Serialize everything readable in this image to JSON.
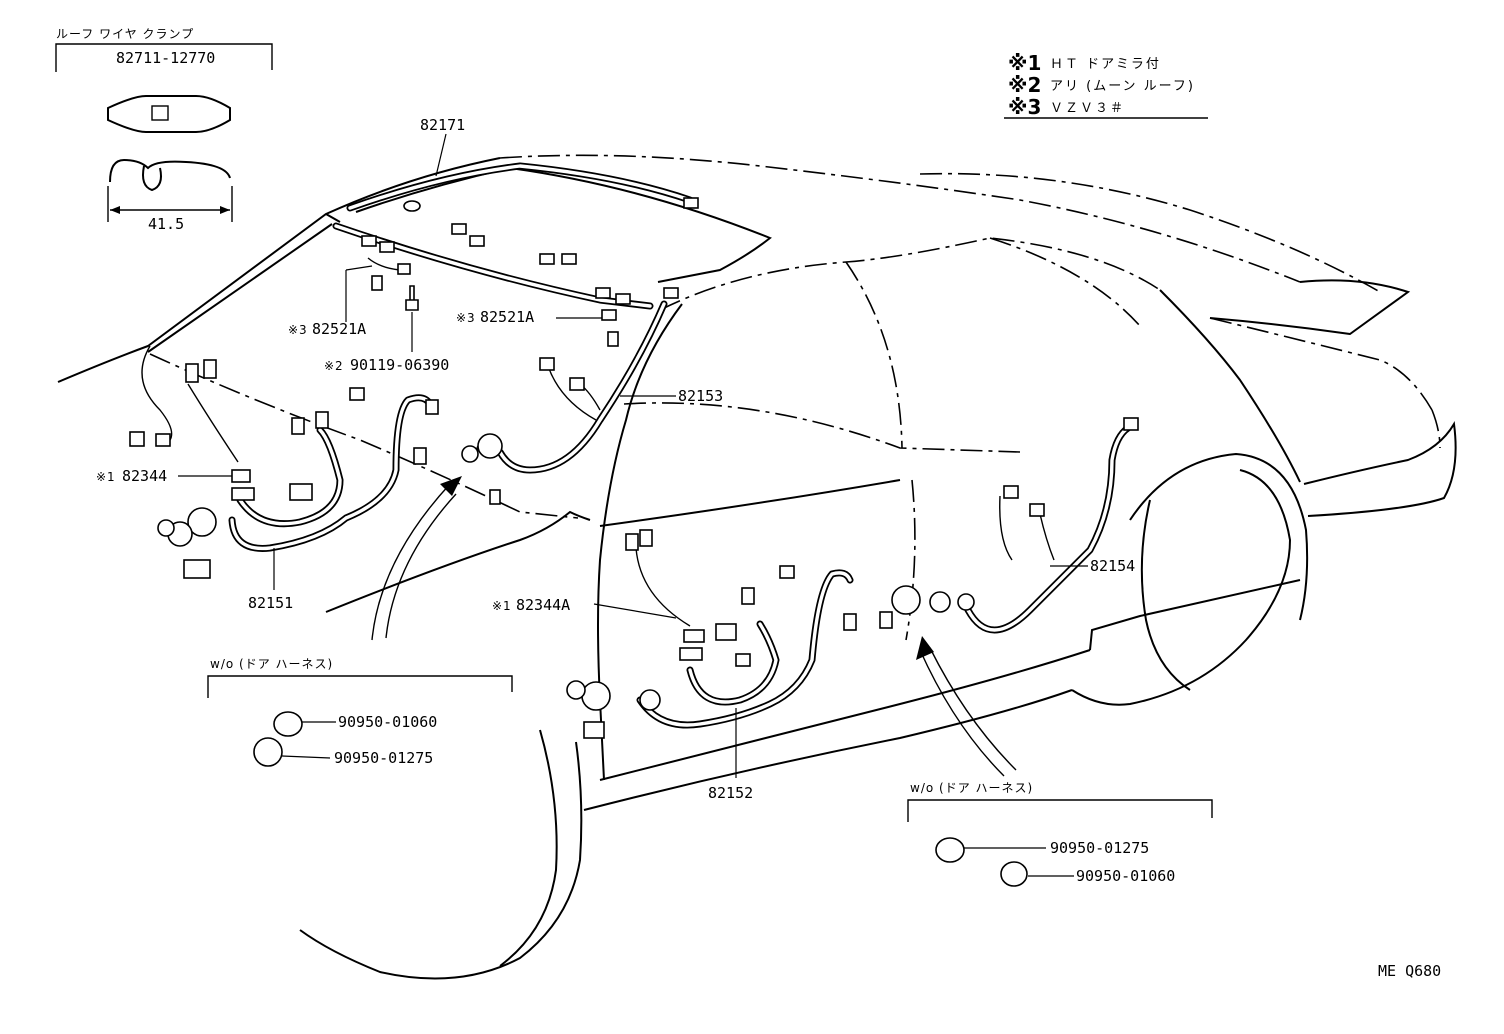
{
  "clamp_box": {
    "title": "ルーフ ワイヤ クランプ",
    "part_no": "82711-12770",
    "dimension": "41.5"
  },
  "notes": [
    {
      "mark": "※1",
      "text": "ＨＴ ドアミラ付"
    },
    {
      "mark": "※2",
      "text": "アリ (ムーン ルーフ)"
    },
    {
      "mark": "※3",
      "text": "ＶＺＶ３＃"
    }
  ],
  "callouts": {
    "roof_harness": "82171",
    "lamp_left_mark": "※3",
    "lamp_left": "82521A",
    "lamp_right_mark": "※3",
    "lamp_right": "82521A",
    "bolt_mark": "※2",
    "bolt": "90119-06390",
    "rear_door_wire": "82153",
    "front_door_conn_mark": "※1",
    "front_door_conn": "82344",
    "front_door_wire": "82151",
    "rear_door_conn_mark": "※1",
    "rear_door_conn": "82344A",
    "rear_lower_wire": "82152",
    "quarter_wire": "82154"
  },
  "plug_box_left": {
    "title": "w/o (ドア ハーネス)",
    "items": [
      "90950-01060",
      "90950-01275"
    ]
  },
  "plug_box_right": {
    "title": "w/o (ドア ハーネス)",
    "items": [
      "90950-01275",
      "90950-01060"
    ]
  },
  "diagram_code": "ME Q680"
}
